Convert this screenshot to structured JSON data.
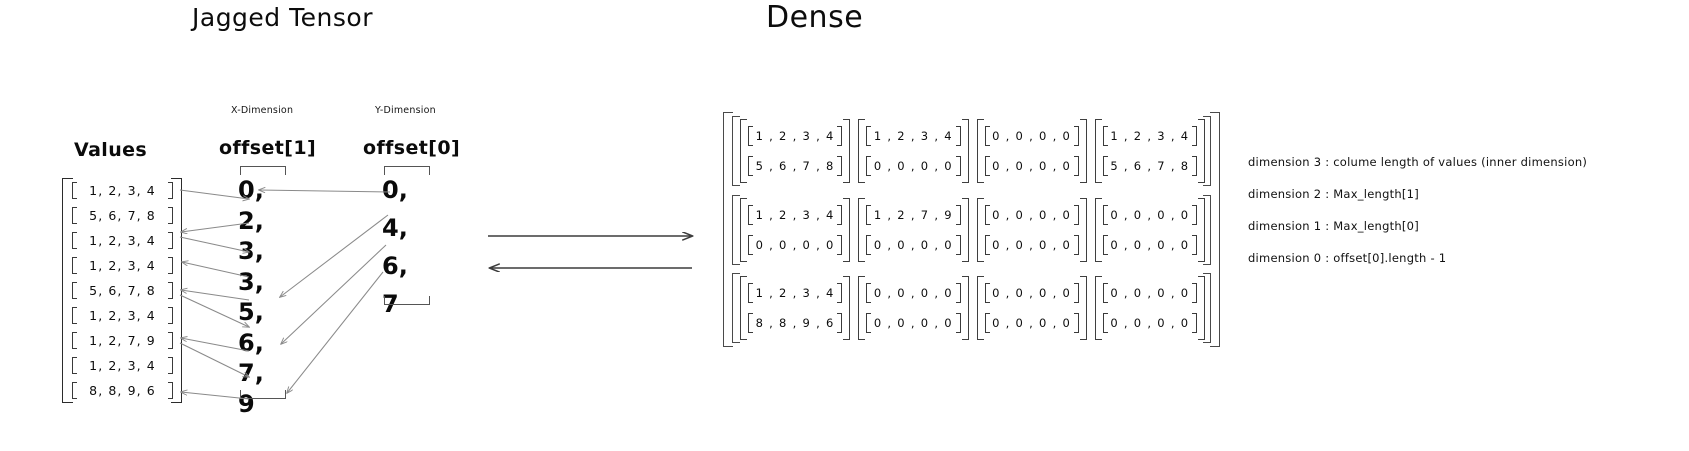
{
  "titles": {
    "jagged": "Jagged Tensor",
    "dense": "Dense"
  },
  "captions": {
    "x_dimension": "X-Dimension",
    "y_dimension": "Y-Dimension"
  },
  "columns": {
    "values_heading": "Values",
    "offset1_heading": "offset[1]",
    "offset0_heading": "offset[0]"
  },
  "values": [
    "1, 2, 3, 4",
    "5, 6, 7, 8",
    "1, 2, 3, 4",
    "1, 2, 3, 4",
    "5, 6, 7, 8",
    "1, 2, 3, 4",
    "1, 2, 7, 9",
    "1, 2, 3, 4",
    "8, 8, 9, 6"
  ],
  "offset1": [
    "0,",
    "2,",
    "3,",
    "3,",
    "5,",
    "6,",
    "7,",
    "9"
  ],
  "offset0": [
    "0,",
    "4,",
    "6,",
    "7"
  ],
  "dense": {
    "rows": [
      [
        [
          "1 , 2 , 3 , 4",
          "5 , 6 , 7 , 8"
        ],
        [
          "1 , 2 , 3 , 4",
          "0 , 0 , 0 , 0"
        ],
        [
          "0 , 0 , 0 , 0",
          "0 , 0 , 0 , 0"
        ],
        [
          "1 , 2 , 3 , 4",
          "5 , 6 , 7 , 8"
        ]
      ],
      [
        [
          "1 , 2 , 3 , 4",
          "0 , 0 , 0 , 0"
        ],
        [
          "1 , 2 , 7 , 9",
          "0 , 0 , 0 , 0"
        ],
        [
          "0 , 0 , 0 , 0",
          "0 , 0 , 0 , 0"
        ],
        [
          "0 , 0 , 0 , 0",
          "0 , 0 , 0 , 0"
        ]
      ],
      [
        [
          "1 , 2 , 3 , 4",
          "8 , 8 , 9 , 6"
        ],
        [
          "0 , 0 , 0 , 0",
          "0 , 0 , 0 , 0"
        ],
        [
          "0 , 0 , 0 , 0",
          "0 , 0 , 0 , 0"
        ],
        [
          "0 , 0 , 0 , 0",
          "0 , 0 , 0 , 0"
        ]
      ]
    ]
  },
  "annotations": [
    "dimension 3 : colume length of values (inner dimension)",
    "dimension 2 : Max_length[1]",
    "dimension 1  : Max_length[0]",
    "dimension 0 : offset[0].length - 1"
  ],
  "colors": {
    "ink": "#0d0d0d",
    "connector": "#8a8a8a",
    "arrow": "#4a4a4a",
    "background": "#ffffff"
  }
}
